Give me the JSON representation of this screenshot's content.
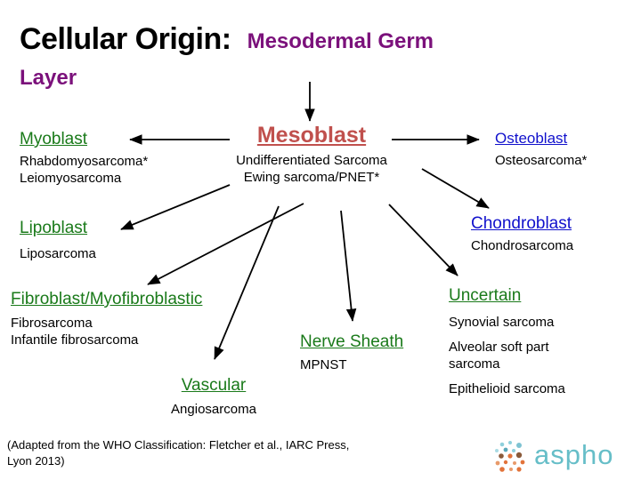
{
  "title": {
    "main": "Cellular Origin:",
    "sub_line1": "Mesodermal Germ",
    "sub_line2": "Layer",
    "main_color": "#000000",
    "sub_color": "#7b117b"
  },
  "colors": {
    "green_heading": "#1a7a1a",
    "blue_heading": "#1111cc",
    "red_heading": "#c0504d",
    "body_text": "#000000",
    "logo_teal": "#66bec8",
    "logo_orange": "#e2733a"
  },
  "nodes": [
    {
      "id": "mesoblast",
      "heading": "Mesoblast",
      "heading_color": "red",
      "items": [
        "Undifferentiated Sarcoma",
        "Ewing sarcoma/PNET*"
      ]
    },
    {
      "id": "myoblast",
      "heading": "Myoblast",
      "heading_color": "green",
      "items": [
        "Rhabdomyosarcoma*",
        "Leiomyosarcoma"
      ]
    },
    {
      "id": "osteoblast",
      "heading": "Osteoblast",
      "heading_color": "blue",
      "items": [
        "Osteosarcoma*"
      ]
    },
    {
      "id": "lipoblast",
      "heading": "Lipoblast",
      "heading_color": "green",
      "items": [
        "Liposarcoma"
      ]
    },
    {
      "id": "chondroblast",
      "heading": "Chondroblast",
      "heading_color": "blue",
      "items": [
        "Chondrosarcoma"
      ]
    },
    {
      "id": "fibroblast",
      "heading": "Fibroblast/Myofibroblastic",
      "heading_color": "green",
      "items": [
        "Fibrosarcoma",
        "Infantile fibrosarcoma"
      ]
    },
    {
      "id": "uncertain",
      "heading": "Uncertain",
      "heading_color": "green",
      "items": [
        "Synovial sarcoma",
        "Alveolar soft part sarcoma",
        "Epithelioid sarcoma"
      ]
    },
    {
      "id": "vascular",
      "heading": "Vascular",
      "heading_color": "green",
      "items": [
        "Angiosarcoma"
      ]
    },
    {
      "id": "nerve_sheath",
      "heading": "Nerve Sheath",
      "heading_color": "green",
      "items": [
        "MPNST"
      ]
    }
  ],
  "node_text": {
    "mesoblast_heading": "Mesoblast",
    "mesoblast_item1": "Undifferentiated Sarcoma",
    "mesoblast_item2": "Ewing sarcoma/PNET*",
    "myoblast_heading": "Myoblast",
    "myoblast_item1": "Rhabdomyosarcoma*",
    "myoblast_item2": "Leiomyosarcoma",
    "osteoblast_heading": "Osteoblast",
    "osteoblast_item1": "Osteosarcoma*",
    "lipoblast_heading": "Lipoblast",
    "lipoblast_item1": "Liposarcoma",
    "chondroblast_heading": "Chondroblast",
    "chondroblast_item1": "Chondrosarcoma",
    "fibroblast_heading": "Fibroblast/Myofibroblastic",
    "fibroblast_item1": "Fibrosarcoma",
    "fibroblast_item2": "Infantile fibrosarcoma",
    "uncertain_heading": "Uncertain",
    "uncertain_item1": "Synovial sarcoma",
    "uncertain_item2": "Alveolar soft part sarcoma",
    "uncertain_item3": "Epithelioid sarcoma",
    "vascular_heading": "Vascular",
    "vascular_item1": "Angiosarcoma",
    "nerve_sheath_heading": "Nerve Sheath",
    "nerve_sheath_item1": "MPNST"
  },
  "footer": {
    "line1": "(Adapted from the WHO Classification: Fletcher et al., IARC Press,",
    "line2": "Lyon 2013)"
  },
  "logo": {
    "text": "aspho",
    "mark_name": "aspho-dot-cluster-icon"
  }
}
